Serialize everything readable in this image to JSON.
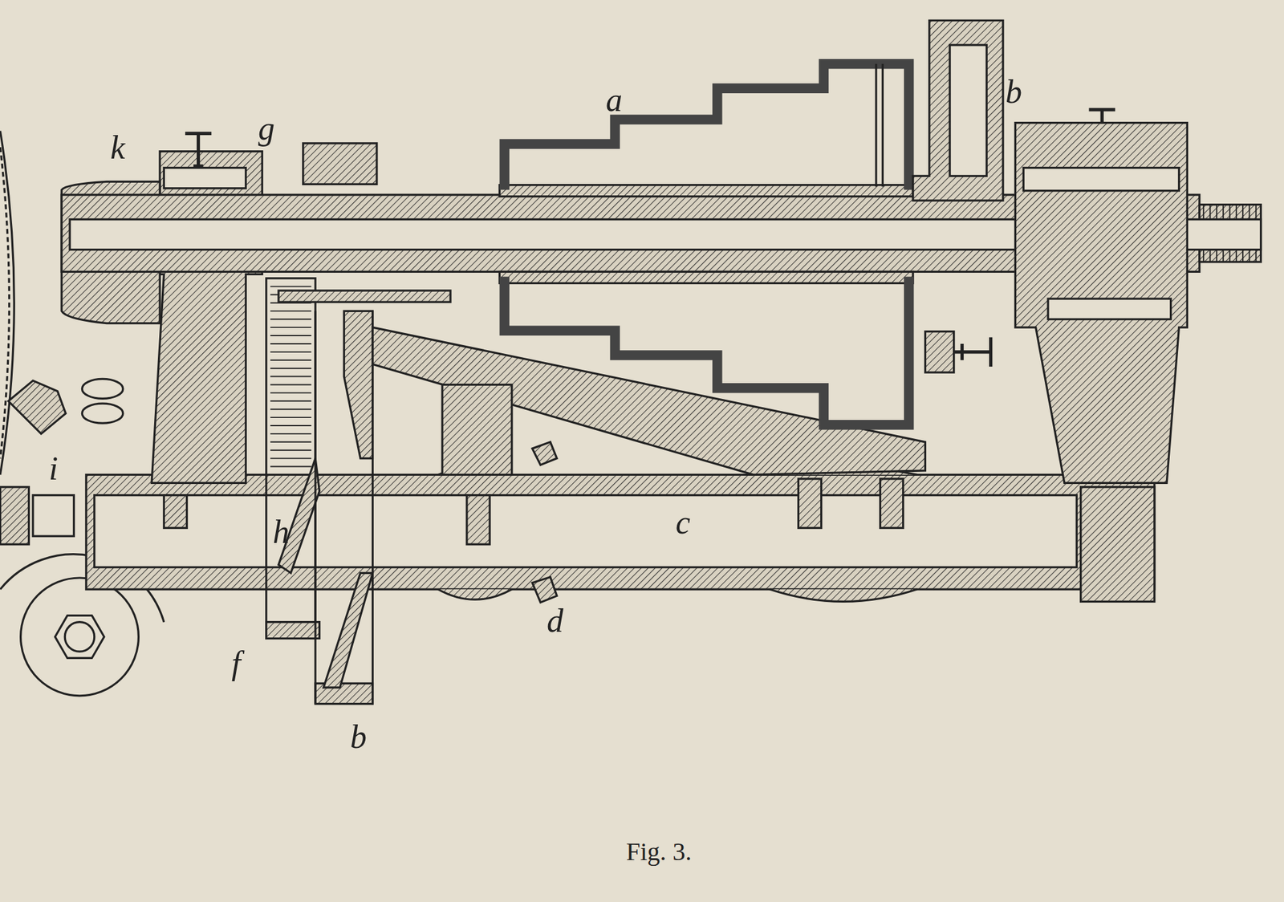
{
  "diagram": {
    "caption": "Fig. 3.",
    "labels": [
      "k",
      "g",
      "a",
      "b",
      "i",
      "h",
      "c",
      "d",
      "f",
      "b"
    ]
  }
}
